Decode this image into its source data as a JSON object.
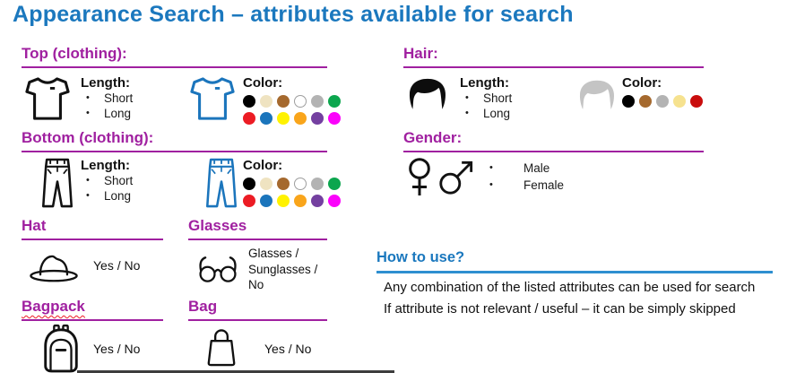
{
  "title": "Appearance Search – attributes available for search",
  "sections": {
    "top": {
      "header": "Top (clothing):",
      "length_label": "Length:",
      "length_options": [
        "Short",
        "Long"
      ],
      "color_label": "Color:"
    },
    "bottom": {
      "header": "Bottom (clothing):",
      "length_label": "Length:",
      "length_options": [
        "Short",
        "Long"
      ],
      "color_label": "Color:"
    },
    "hat": {
      "header": "Hat",
      "value": "Yes / No"
    },
    "glasses": {
      "header": "Glasses",
      "value": "Glasses / Sunglasses / No"
    },
    "bagpack": {
      "header": "Bagpack",
      "value": "Yes / No"
    },
    "bag": {
      "header": "Bag",
      "value": "Yes / No"
    },
    "hair": {
      "header": "Hair:",
      "length_label": "Length:",
      "length_options": [
        "Short",
        "Long"
      ],
      "color_label": "Color:"
    },
    "gender": {
      "header": "Gender:",
      "options": [
        "Male",
        "Female"
      ]
    },
    "how_to_use": {
      "header": "How to use?",
      "lines": [
        "Any combination of the listed attributes can be used for search",
        "If attribute is not relevant / useful – it can be simply skipped"
      ]
    }
  },
  "palettes": {
    "clothing": [
      {
        "name": "black",
        "hex": "#000000"
      },
      {
        "name": "beige",
        "hex": "#EFE3C1"
      },
      {
        "name": "brown",
        "hex": "#A5692E"
      },
      {
        "name": "white",
        "hex": "#FFFFFF",
        "border": "#9E9E9E"
      },
      {
        "name": "gray",
        "hex": "#B3B3B3"
      },
      {
        "name": "green",
        "hex": "#0CA64E"
      },
      {
        "name": "red",
        "hex": "#EC1C24"
      },
      {
        "name": "blue",
        "hex": "#1B75BC"
      },
      {
        "name": "yellow",
        "hex": "#FFF200"
      },
      {
        "name": "orange",
        "hex": "#F9A51B"
      },
      {
        "name": "purple",
        "hex": "#7440A0"
      },
      {
        "name": "magenta",
        "hex": "#FB02FB"
      }
    ],
    "hair": [
      {
        "name": "black",
        "hex": "#000000"
      },
      {
        "name": "brown",
        "hex": "#A5692E"
      },
      {
        "name": "gray",
        "hex": "#B3B3B3"
      },
      {
        "name": "blonde",
        "hex": "#F6E28F"
      },
      {
        "name": "red",
        "hex": "#C90D0D"
      }
    ]
  },
  "colors": {
    "title_blue": "#1B78BE",
    "header_purple": "#A020A0",
    "howto_underline": "#2E8FD0",
    "icon_blue": "#1B75BC",
    "squiggle_red": "#ED1C24"
  }
}
